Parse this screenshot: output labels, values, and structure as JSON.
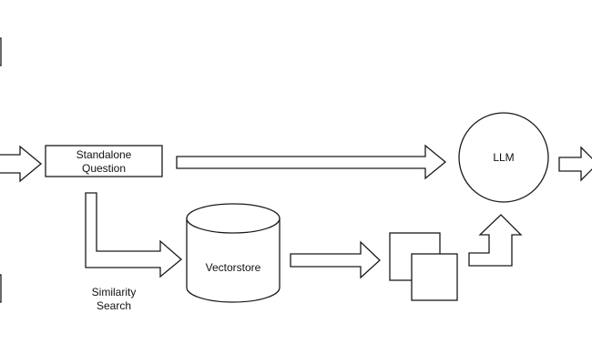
{
  "nodes": {
    "standalone_question": {
      "line1": "Standalone",
      "line2": "Question"
    },
    "llm": {
      "label": "LLM"
    },
    "vectorstore": {
      "label": "Vectorstore"
    },
    "documents": {
      "count": 2
    }
  },
  "edge_labels": {
    "similarity_search": {
      "line1": "Similarity",
      "line2": "Search"
    }
  },
  "colors": {
    "stroke": "#1a1a1a",
    "fill": "#ffffff",
    "text": "#111111"
  }
}
